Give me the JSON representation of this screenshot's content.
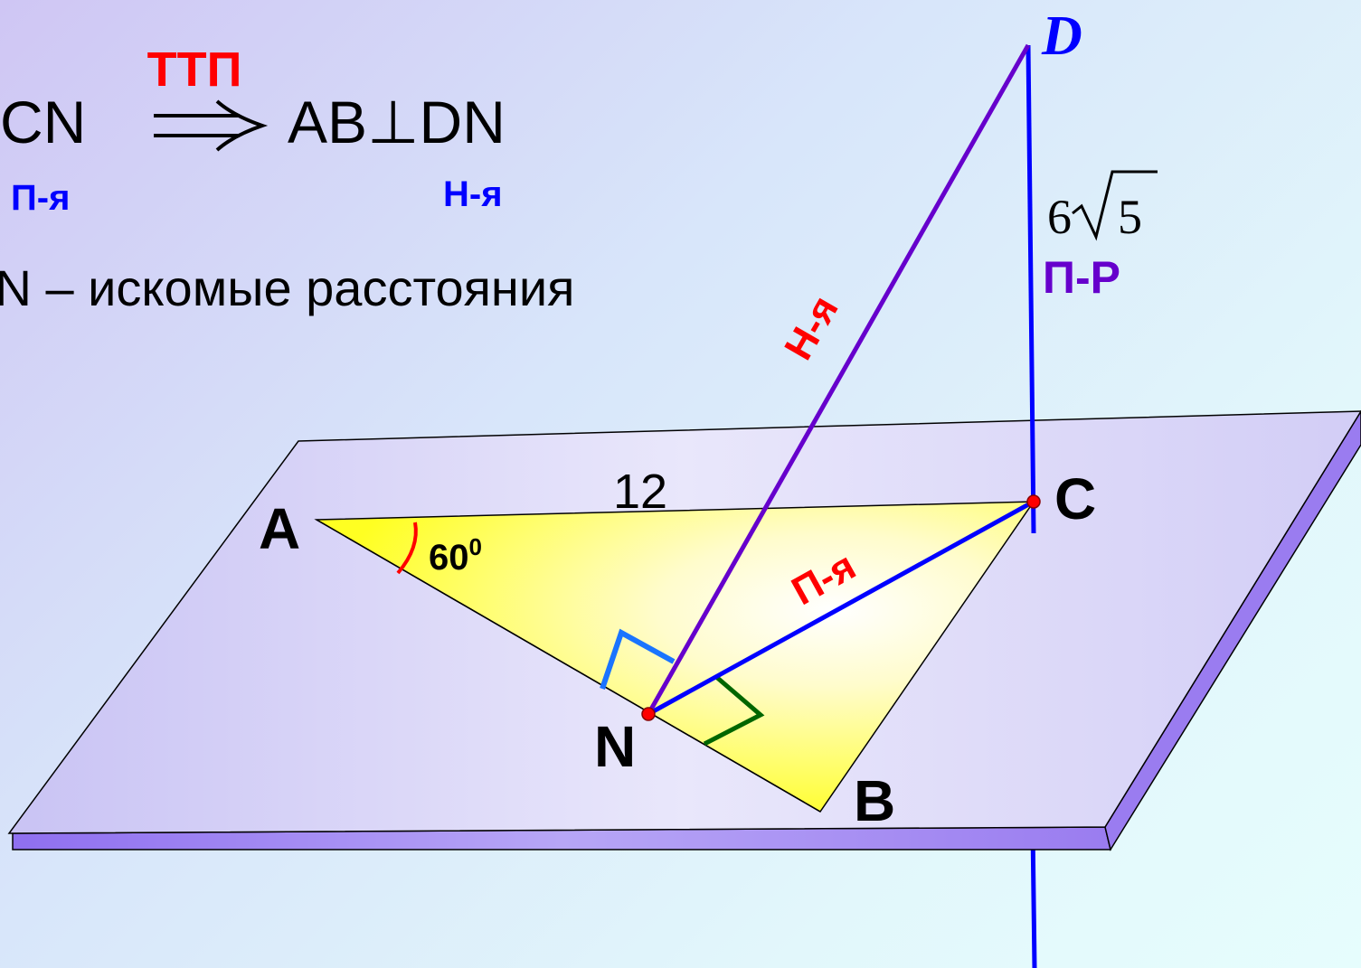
{
  "formula": {
    "theorem": "ТТП",
    "left": "CN",
    "arrow": "⟹",
    "right": "AB⊥DN",
    "left_tag": "П-я",
    "right_tag": "Н-я"
  },
  "caption": "DN – искомые расстояния",
  "points": {
    "A": "A",
    "B": "B",
    "C": "C",
    "D": "D",
    "N": "N"
  },
  "labels": {
    "ac_length": "12",
    "angle_a": "60",
    "angle_a_sup": "0",
    "dc_coef": "6",
    "dc_radicand": "5",
    "dc_tag": "П-Р",
    "dn_tag": "Н-я",
    "cn_tag": "П-я"
  },
  "colors": {
    "red": "#ff0000",
    "blue": "#0000ff",
    "purple": "#6600cc",
    "plane_edge": "#9a7cf0",
    "triangle": "#ffff33",
    "right_angle_blue": "#1a74ff",
    "right_angle_green": "#006600"
  }
}
